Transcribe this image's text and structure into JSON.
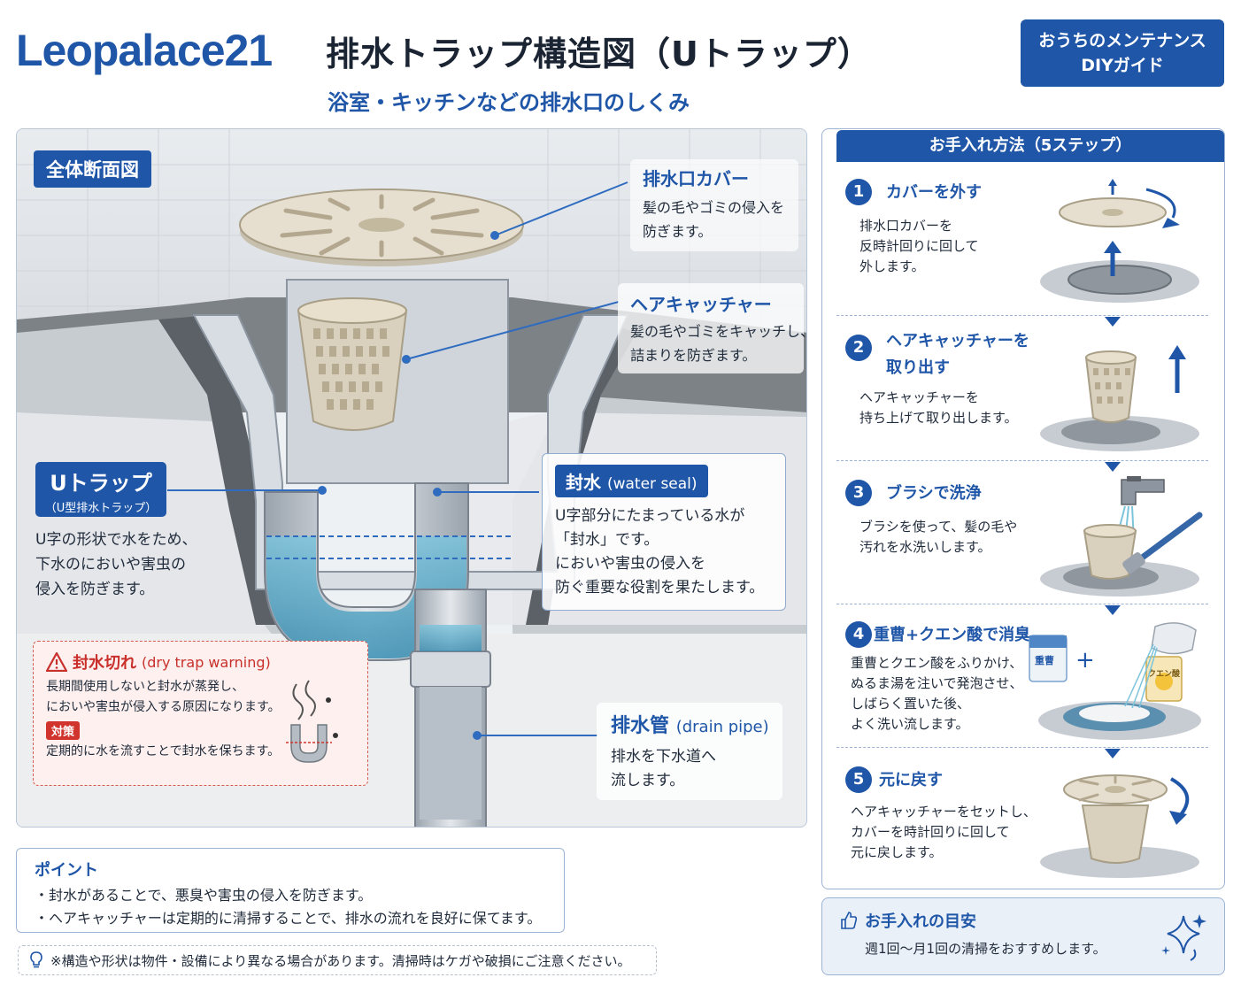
{
  "header": {
    "logo_main": "Leopalace21",
    "title": "排水トラップ構造図（Uトラップ）",
    "subtitle": "浴室・キッチンなどの排水口のしくみ",
    "badge_line1": "おうちのメンテナンス",
    "badge_line2": "DIYガイド"
  },
  "diagram": {
    "tag": "全体断面図",
    "cover": {
      "title": "排水口カバー",
      "text1": "髪の毛やゴミの侵入を",
      "text2": "防ぎます。"
    },
    "hair_catcher": {
      "title": "ヘアキャッチャー",
      "text1": "髪の毛やゴミをキャッチし、",
      "text2": "詰まりを防ぎます。"
    },
    "utrap": {
      "title": "Uトラップ",
      "sub": "（U型排水トラップ）",
      "text1": "U字の形状で水をため、",
      "text2": "下水のにおいや害虫の",
      "text3": "侵入を防ぎます。"
    },
    "seal": {
      "title": "封水",
      "title_en": "(water seal)",
      "text1": "U字部分にたまっている水が",
      "text2": "「封水」です。",
      "text3": "においや害虫の侵入を",
      "text4": "防ぐ重要な役割を果たします。"
    },
    "pipe": {
      "title": "排水管",
      "title_en": "(drain pipe)",
      "text1": "排水を下水道へ",
      "text2": "流します。"
    },
    "warning": {
      "title": "封水切れ",
      "title_en": "(dry trap warning)",
      "text1": "長期間使用しないと封水が蒸発し、",
      "text2": "においや害虫が侵入する原因になります。",
      "tag": "対策",
      "text3": "定期的に水を流すことで封水を保ちます。"
    }
  },
  "points": {
    "title": "ポイント",
    "line1": "・封水があることで、悪臭や害虫の侵入を防ぎます。",
    "line2": "・ヘアキャッチャーは定期的に清掃することで、排水の流れを良好に保てます。"
  },
  "note": "※構造や形状は物件・設備により異なる場合があります。清掃時はケガや破損にご注意ください。",
  "steps": {
    "header": "お手入れ方法（5ステップ）",
    "items": [
      {
        "num": "1",
        "title1": "カバーを外す",
        "title2": "",
        "lines": [
          "排水口カバーを",
          "反時計回りに回して",
          "外します。"
        ]
      },
      {
        "num": "2",
        "title1": "ヘアキャッチャーを",
        "title2": "取り出す",
        "lines": [
          "ヘアキャッチャーを",
          "持ち上げて取り出します。"
        ]
      },
      {
        "num": "3",
        "title1": "ブラシで洗浄",
        "title2": "",
        "lines": [
          "ブラシを使って、髪の毛や",
          "汚れを水洗いします。"
        ]
      },
      {
        "num": "4",
        "title1": "重曹+クエン酸で消臭",
        "title2": "",
        "lines": [
          "重曹とクエン酸をふりかけ、",
          "ぬるま湯を注いで発泡させ、",
          "しばらく置いた後、",
          "よく洗い流します。"
        ]
      },
      {
        "num": "5",
        "title1": "元に戻す",
        "title2": "",
        "lines": [
          "ヘアキャッチャーをセットし、",
          "カバーを時計回りに回して",
          "元に戻します。"
        ]
      }
    ],
    "bag1_label": "重曹",
    "bag2_label": "クエン酸"
  },
  "guide": {
    "title": "お手入れの目安",
    "text": "週1回〜月1回の清掃をおすすめします。"
  },
  "colors": {
    "brand": "#1f56a8",
    "warning": "#d0342c",
    "water": "#5aa9c8"
  }
}
